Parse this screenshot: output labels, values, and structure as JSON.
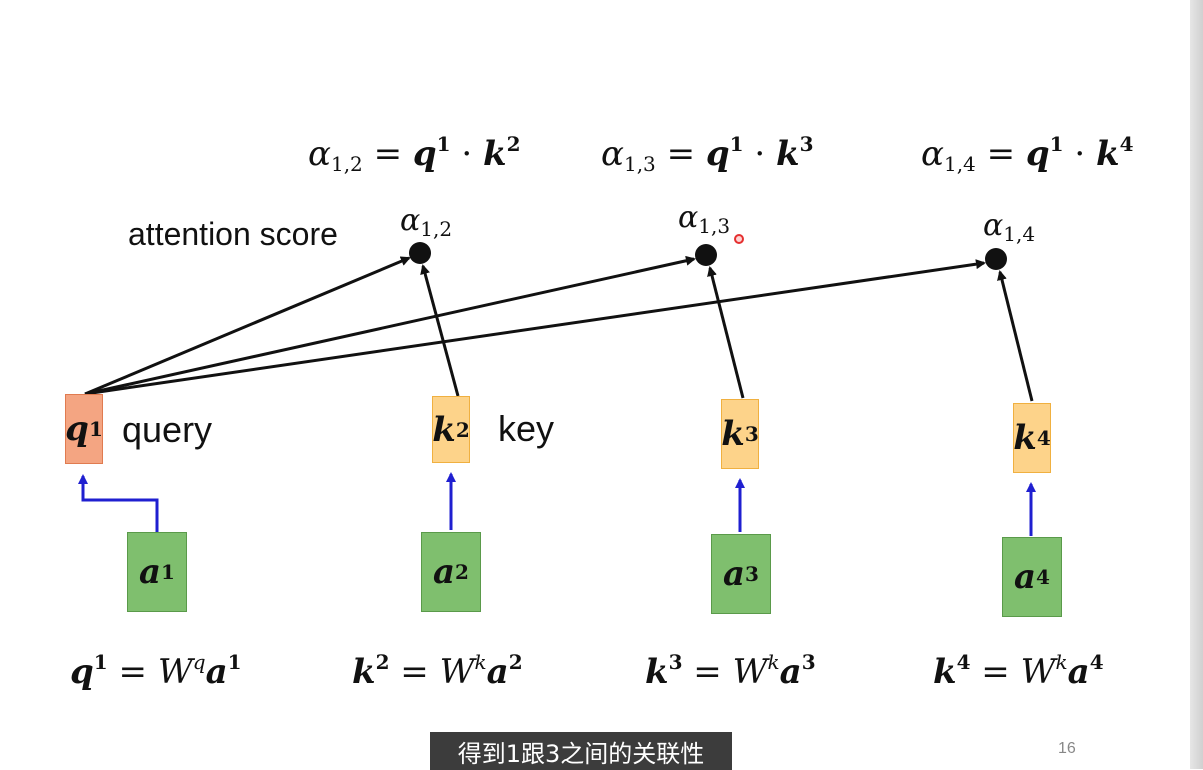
{
  "formulas_top": [
    {
      "alpha_sub": "1,2",
      "q_sup": "1",
      "k_sup": "2"
    },
    {
      "alpha_sub": "1,3",
      "q_sup": "1",
      "k_sup": "3"
    },
    {
      "alpha_sub": "1,4",
      "q_sup": "1",
      "k_sup": "4"
    }
  ],
  "attention_label": "attention score",
  "alpha_labels": [
    {
      "sub": "1,2"
    },
    {
      "sub": "1,3"
    },
    {
      "sub": "1,4"
    }
  ],
  "query_box": {
    "letter": "q",
    "sup": "1",
    "label": "query"
  },
  "key_boxes": [
    {
      "letter": "k",
      "sup": "2"
    },
    {
      "letter": "k",
      "sup": "3"
    },
    {
      "letter": "k",
      "sup": "4"
    }
  ],
  "key_label": "key",
  "input_boxes": [
    {
      "letter": "a",
      "sup": "1"
    },
    {
      "letter": "a",
      "sup": "2"
    },
    {
      "letter": "a",
      "sup": "3"
    },
    {
      "letter": "a",
      "sup": "4"
    }
  ],
  "bottom_equations": [
    {
      "lhs": "q",
      "lhs_sup": "1",
      "w_sup": "q",
      "rhs_sup": "1"
    },
    {
      "lhs": "k",
      "lhs_sup": "2",
      "w_sup": "k",
      "rhs_sup": "2"
    },
    {
      "lhs": "k",
      "lhs_sup": "3",
      "w_sup": "k",
      "rhs_sup": "3"
    },
    {
      "lhs": "k",
      "lhs_sup": "4",
      "w_sup": "k",
      "rhs_sup": "4"
    }
  ],
  "caption": "得到1跟3之间的关联性",
  "page_number": "16",
  "colors": {
    "query": "#f4a582",
    "key": "#fdd38a",
    "input": "#7fbf6e",
    "input_arrow": "#1f1fd0",
    "score_arrow": "#111111"
  }
}
